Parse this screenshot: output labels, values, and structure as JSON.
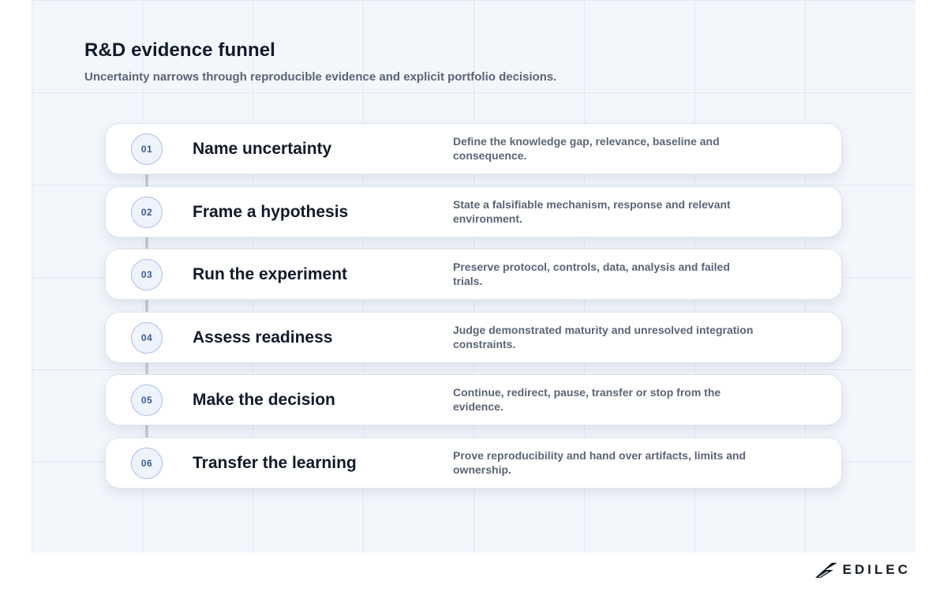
{
  "header": {
    "title": "R&D evidence funnel",
    "subtitle": "Uncertainty narrows through reproducible evidence and explicit portfolio decisions."
  },
  "steps": [
    {
      "number": "01",
      "title": "Name uncertainty",
      "description": "Define the knowledge gap, relevance, baseline and consequence."
    },
    {
      "number": "02",
      "title": "Frame a hypothesis",
      "description": "State a falsifiable mechanism, response and relevant environment."
    },
    {
      "number": "03",
      "title": "Run the experiment",
      "description": "Preserve protocol, controls, data, analysis and failed trials."
    },
    {
      "number": "04",
      "title": "Assess readiness",
      "description": "Judge demonstrated maturity and unresolved integration constraints."
    },
    {
      "number": "05",
      "title": "Make the decision",
      "description": "Continue, redirect, pause, transfer or stop from the evidence."
    },
    {
      "number": "06",
      "title": "Transfer the learning",
      "description": "Prove reproducibility and hand over artifacts, limits and ownership."
    }
  ],
  "brand": {
    "name": "EDILEC",
    "logo_icon": "edilec-logo-icon"
  },
  "colors": {
    "badge_text": "#3b5d95",
    "badge_border": "#a9c0e6",
    "title_text": "#111a2b",
    "description_text": "#5b6577"
  }
}
